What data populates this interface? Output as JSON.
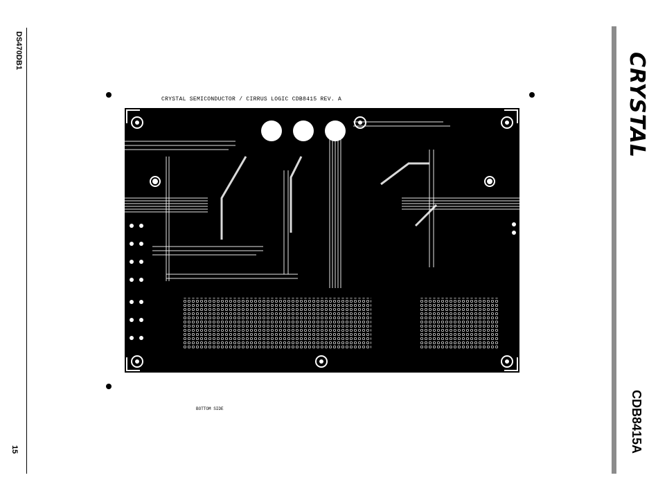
{
  "page": {
    "doc_id": "DS470DB1",
    "page_number": "15",
    "product": "CDB8415A",
    "logo_text": "CRYSTAL",
    "board_title": "CRYSTAL SEMICONDUCTOR / CIRRUS LOGIC CDB8415 REV. A",
    "side_label": "BOTTOM SIDE"
  },
  "colors": {
    "board": "#000000",
    "trace": "#ffffff",
    "rule": "#8c8c8c"
  }
}
